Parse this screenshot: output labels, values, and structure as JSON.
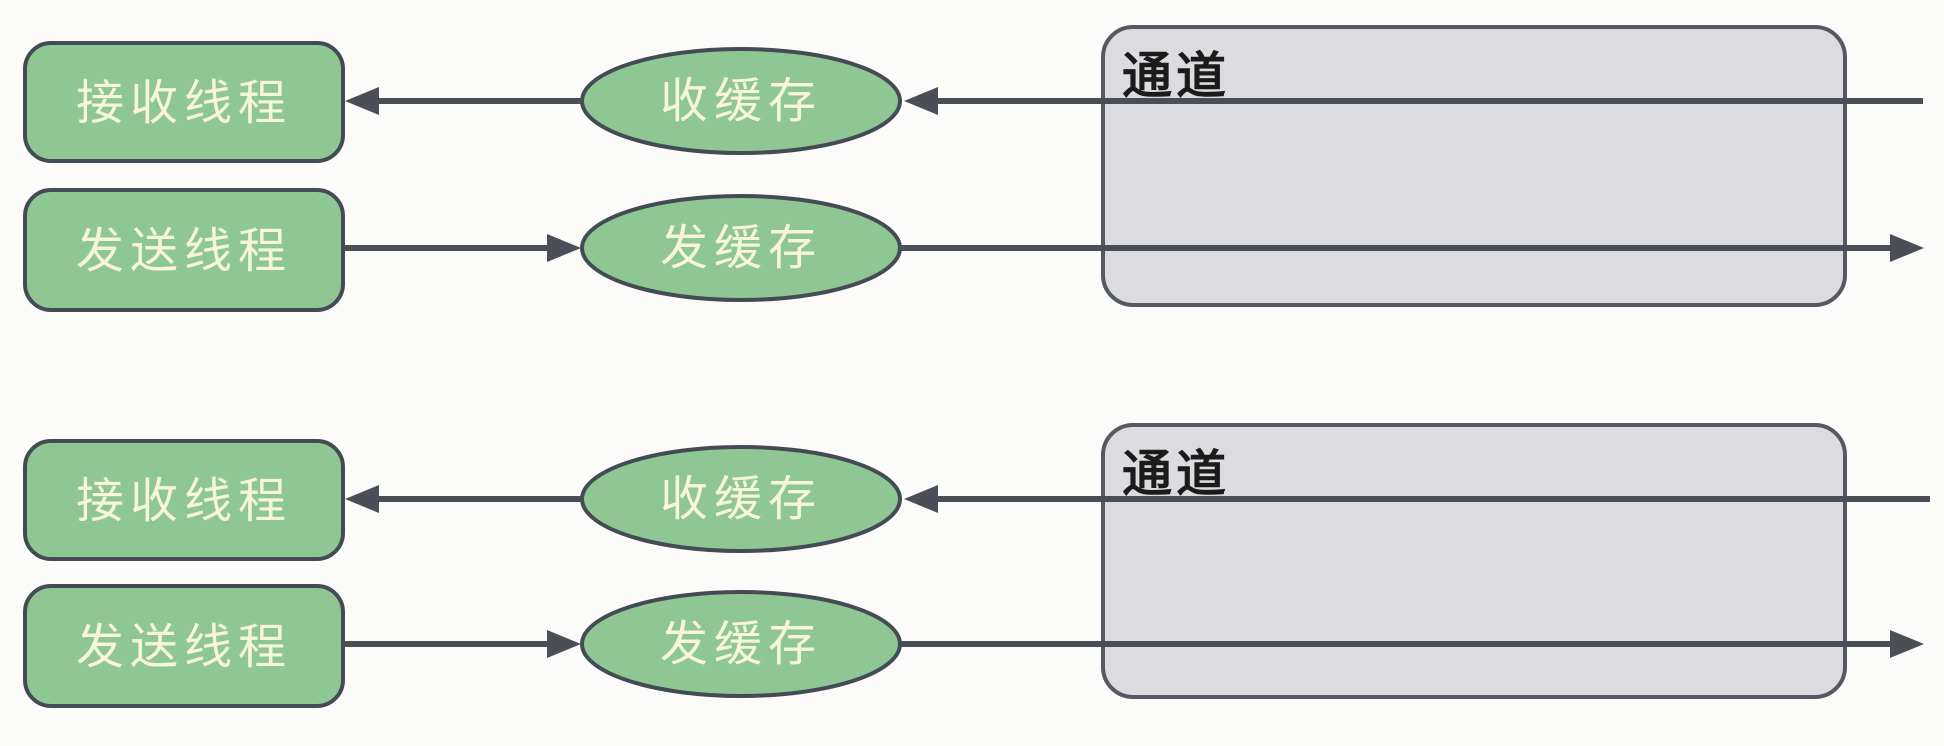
{
  "colors": {
    "background": "#FBFBF9",
    "node_fill": "#8EC793",
    "node_border": "#454B54",
    "node_text": "#F7F5DC",
    "channel_fill": "#DCDBDF",
    "channel_border": "#555961",
    "channel_text": "#1B1B1B",
    "arrow": "#4A4E57"
  },
  "diagram": {
    "groups": [
      {
        "receive_thread_label": "接收线程",
        "send_thread_label": "发送线程",
        "receive_buffer_label": "收缓存",
        "send_buffer_label": "发缓存",
        "channel_label": "通道",
        "edges": [
          {
            "from": "收缓存",
            "to": "接收线程",
            "direction": "left"
          },
          {
            "from": "canvas-right-through-通道",
            "to": "收缓存",
            "direction": "left"
          },
          {
            "from": "发送线程",
            "to": "发缓存",
            "direction": "right"
          },
          {
            "from": "发缓存",
            "to": "canvas-right-through-通道",
            "direction": "right"
          }
        ]
      },
      {
        "receive_thread_label": "接收线程",
        "send_thread_label": "发送线程",
        "receive_buffer_label": "收缓存",
        "send_buffer_label": "发缓存",
        "channel_label": "通道",
        "edges": [
          {
            "from": "收缓存",
            "to": "接收线程",
            "direction": "left"
          },
          {
            "from": "canvas-right-through-通道",
            "to": "收缓存",
            "direction": "left"
          },
          {
            "from": "发送线程",
            "to": "发缓存",
            "direction": "right"
          },
          {
            "from": "发缓存",
            "to": "canvas-right-through-通道",
            "direction": "right"
          }
        ]
      }
    ]
  }
}
